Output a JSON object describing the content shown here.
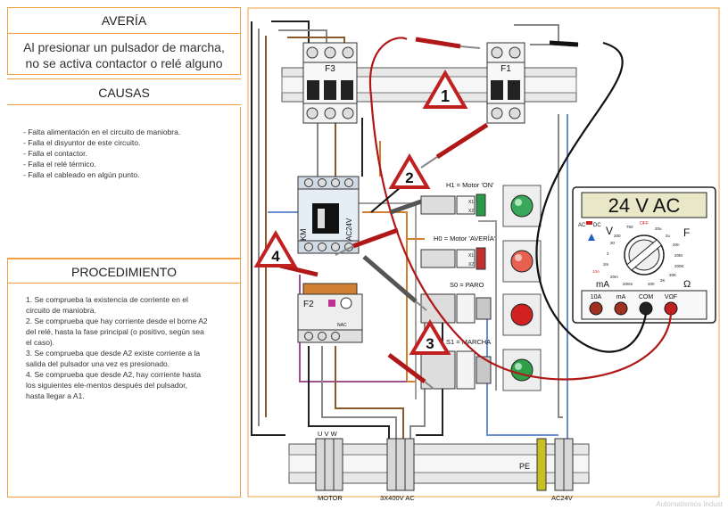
{
  "left": {
    "averia_title": "AVERÍA",
    "averia_text_1": "Al presionar un pulsador de marcha,",
    "averia_text_2": "no se activa contactor o relé alguno",
    "causas_title": "CAUSAS",
    "causas": [
      "- Falta alimentación en el circuito de maniobra.",
      "- Falla el disyuntor de este circuito.",
      "- Falla el contactor.",
      "- Falla el relé térmico.",
      "- Falla el cableado en algún punto."
    ],
    "procedimiento_title": "PROCEDIMIENTO",
    "procedimiento": [
      "1. Se comprueba la existencia de corriente en el",
      "circuito de maniobra.",
      "2. Se comprueba que hay corriente desde el borne A2",
      "del relé, hasta la fase principal (o positivo, según sea",
      "el caso).",
      "3. Se comprueba que desde A2 existe corriente a la",
      "salida del pulsador una vez es presionado.",
      "4. Se comprueba que desde A2, hay corriente hasta",
      "los siguientes ele-mentos después del pulsador,",
      "hasta llegar a A1."
    ]
  },
  "diagram": {
    "f3_label": "F3",
    "f1_label": "F1",
    "km_label": "KM",
    "ac24_label": "AC24V",
    "f2_label": "F2",
    "nac_label": "NAC",
    "h1_label": "H1 = Motor 'ON'",
    "h0_label": "H0 = Motor 'AVERÍA'",
    "s0_label": "S0 = PARO",
    "s1_label": "S1 = MARCHA",
    "x1": "X1",
    "x2": "X2",
    "uvw": "U  V  W",
    "motor_label": "MOTOR",
    "supply_label": "3X400V AC",
    "pe_label": "PE",
    "ac24_bottom_label": "AC24V",
    "step1": "1",
    "step2": "2",
    "step3": "3",
    "step4": "4"
  },
  "meter": {
    "display": "24 V AC",
    "dc_label": "DC",
    "ac_label": "AC",
    "v_label": "V",
    "f_label": "F",
    "ma_label": "mA",
    "omega_label": "Ω",
    "off_label": "OFF",
    "dial_labels": [
      "200",
      "20",
      "2",
      "750",
      "20u",
      "2u",
      "20n",
      "2m",
      "20M",
      "200K",
      "20K",
      "2K",
      "200",
      "10A",
      "20m",
      "200m"
    ],
    "jack_labels": [
      "10A",
      "mA",
      "COM",
      "VΩF"
    ]
  },
  "watermark": "Automatismos Indust"
}
